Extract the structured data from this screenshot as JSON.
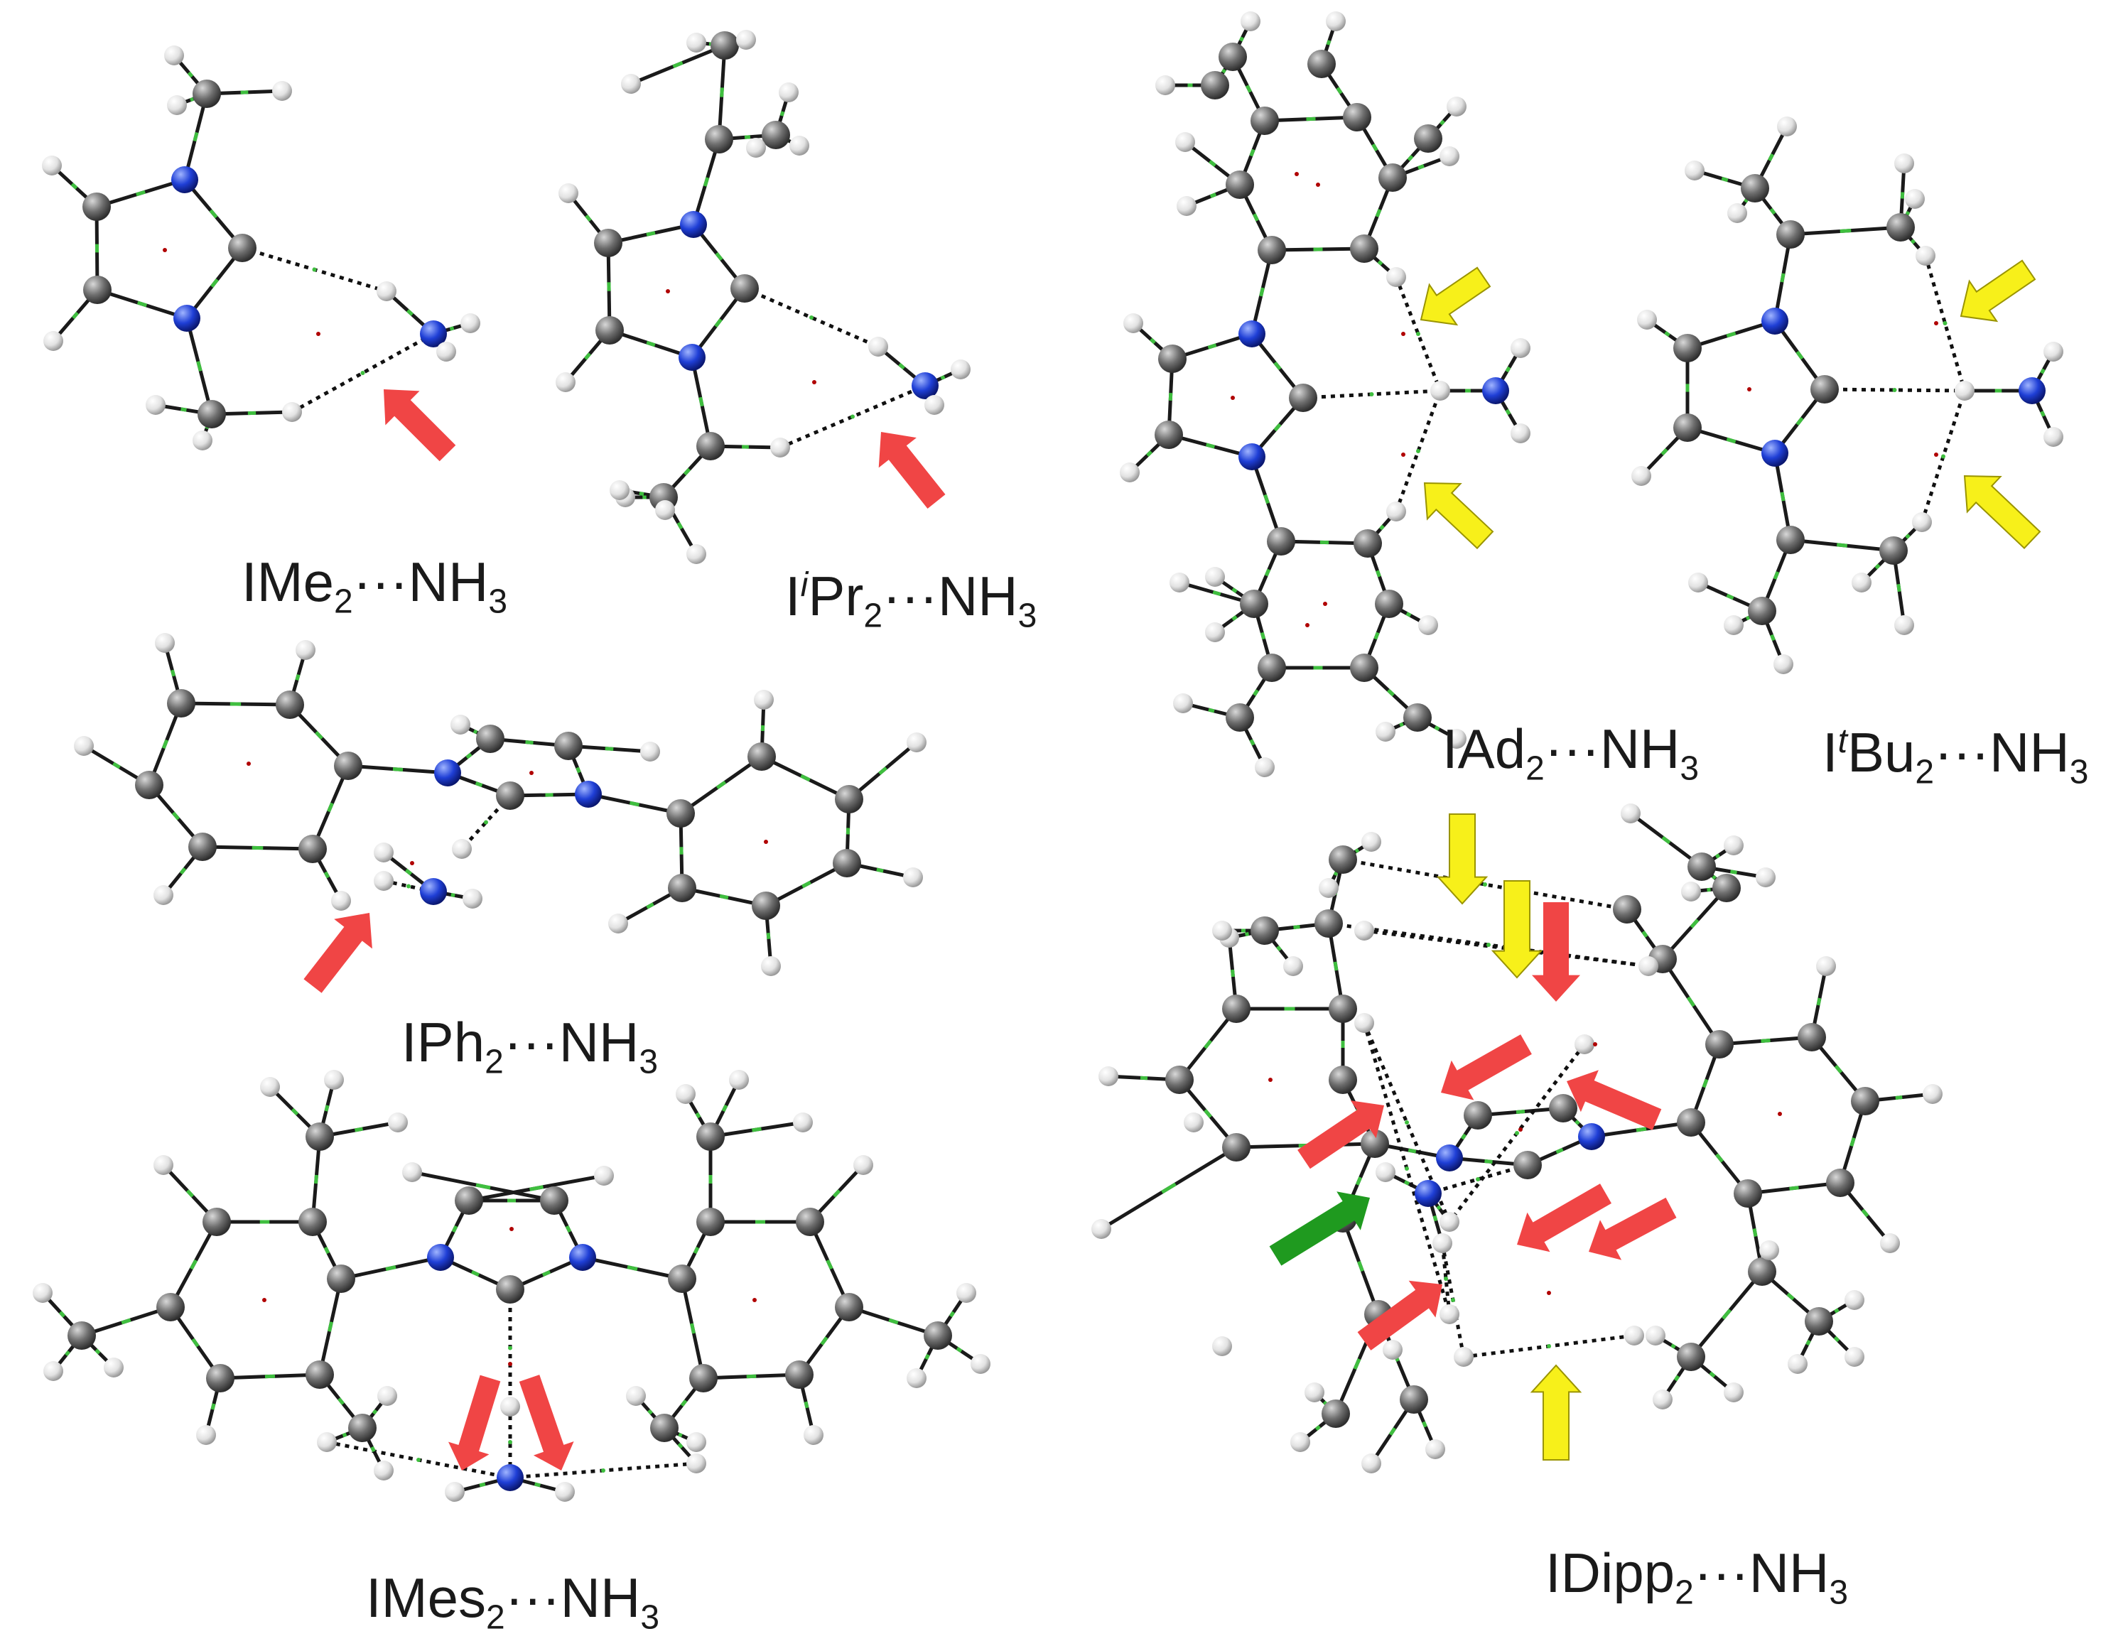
{
  "colors": {
    "carbon": "#6e6e6e",
    "nitrogen": "#1f3fd6",
    "hydrogen": "#ededed",
    "bond": "#1a1a1a",
    "bond_midpoint": "#3fbf3f",
    "critical_point": "#b00000",
    "arrow_red": "#f04545",
    "arrow_yellow": "#f7f01a",
    "arrow_green": "#1f9a1f"
  },
  "panels": [
    {
      "id": "ime2",
      "parts": [
        {
          "t": "IMe"
        },
        {
          "sub": "2"
        },
        {
          "t": "···NH"
        },
        {
          "sub": "3"
        }
      ]
    },
    {
      "id": "ipr2",
      "parts": [
        {
          "t": "I"
        },
        {
          "sup": "i"
        },
        {
          "t": "Pr"
        },
        {
          "sub": "2"
        },
        {
          "t": "···NH"
        },
        {
          "sub": "3"
        }
      ]
    },
    {
      "id": "iad2",
      "parts": [
        {
          "t": "IAd"
        },
        {
          "sub": "2"
        },
        {
          "t": "···NH"
        },
        {
          "sub": "3"
        }
      ]
    },
    {
      "id": "itbu2",
      "parts": [
        {
          "t": "I"
        },
        {
          "sup": "t"
        },
        {
          "t": "Bu"
        },
        {
          "sub": "2"
        },
        {
          "t": "···NH"
        },
        {
          "sub": "3"
        }
      ]
    },
    {
      "id": "iph2",
      "parts": [
        {
          "t": "IPh"
        },
        {
          "sub": "2"
        },
        {
          "t": "···NH"
        },
        {
          "sub": "3"
        }
      ]
    },
    {
      "id": "imes2",
      "parts": [
        {
          "t": "IMes"
        },
        {
          "sub": "2"
        },
        {
          "t": "···NH"
        },
        {
          "sub": "3"
        }
      ]
    },
    {
      "id": "idipp2",
      "parts": [
        {
          "t": "IDipp"
        },
        {
          "sub": "2"
        },
        {
          "t": "···NH"
        },
        {
          "sub": "3"
        }
      ]
    }
  ],
  "arrows": {
    "ime2": [
      "red"
    ],
    "ipr2": [
      "red"
    ],
    "iad2": [
      "yellow",
      "yellow"
    ],
    "itbu2": [
      "yellow",
      "yellow"
    ],
    "iph2": [
      "red"
    ],
    "imes2": [
      "red",
      "red"
    ],
    "idipp2": [
      "yellow",
      "yellow",
      "red",
      "red",
      "red",
      "red",
      "red",
      "red",
      "red",
      "green",
      "yellow"
    ]
  }
}
